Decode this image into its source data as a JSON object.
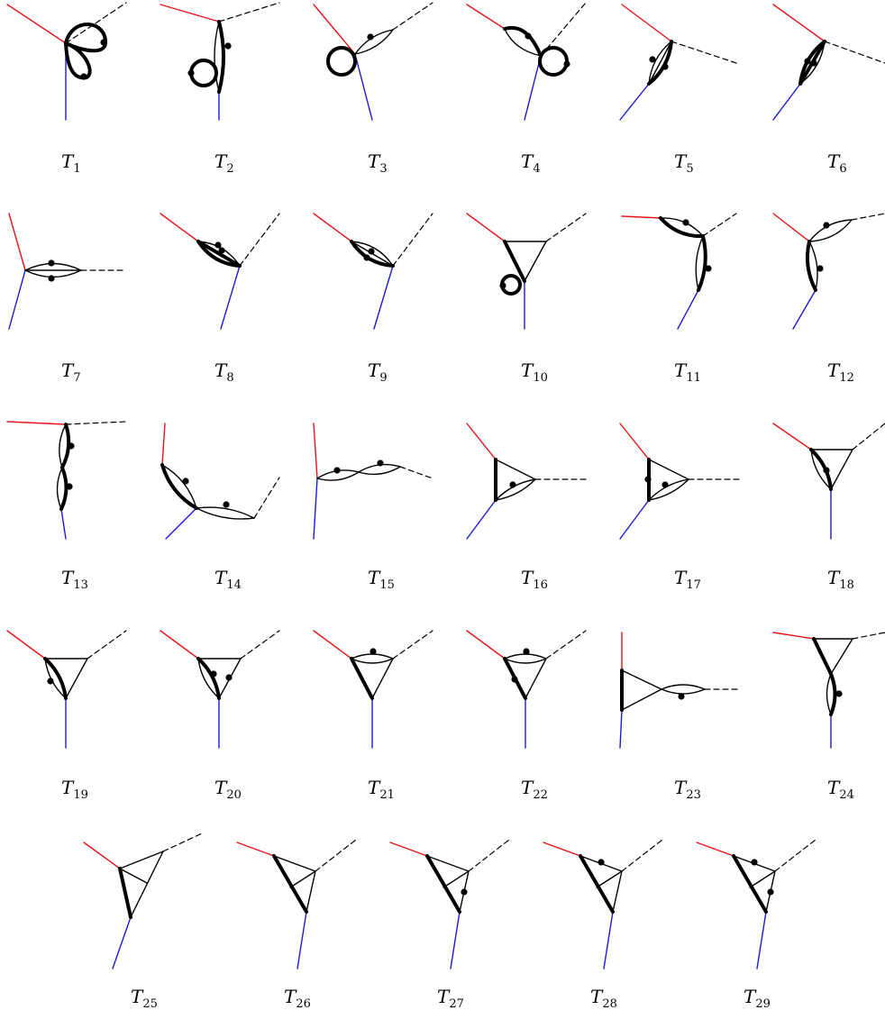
{
  "figure": {
    "label_symbol": "T",
    "labels": [
      "1",
      "2",
      "3",
      "4",
      "5",
      "6",
      "7",
      "8",
      "9",
      "10",
      "11",
      "12",
      "13",
      "14",
      "15",
      "16",
      "17",
      "18",
      "19",
      "20",
      "21",
      "22",
      "23",
      "24",
      "25",
      "26",
      "27",
      "28",
      "29"
    ],
    "legend_colors": {
      "red_leg": "#e8141c",
      "blue_leg": "#1b1bd6",
      "dashed_leg": "#000000",
      "internal_line": "#000000"
    }
  }
}
